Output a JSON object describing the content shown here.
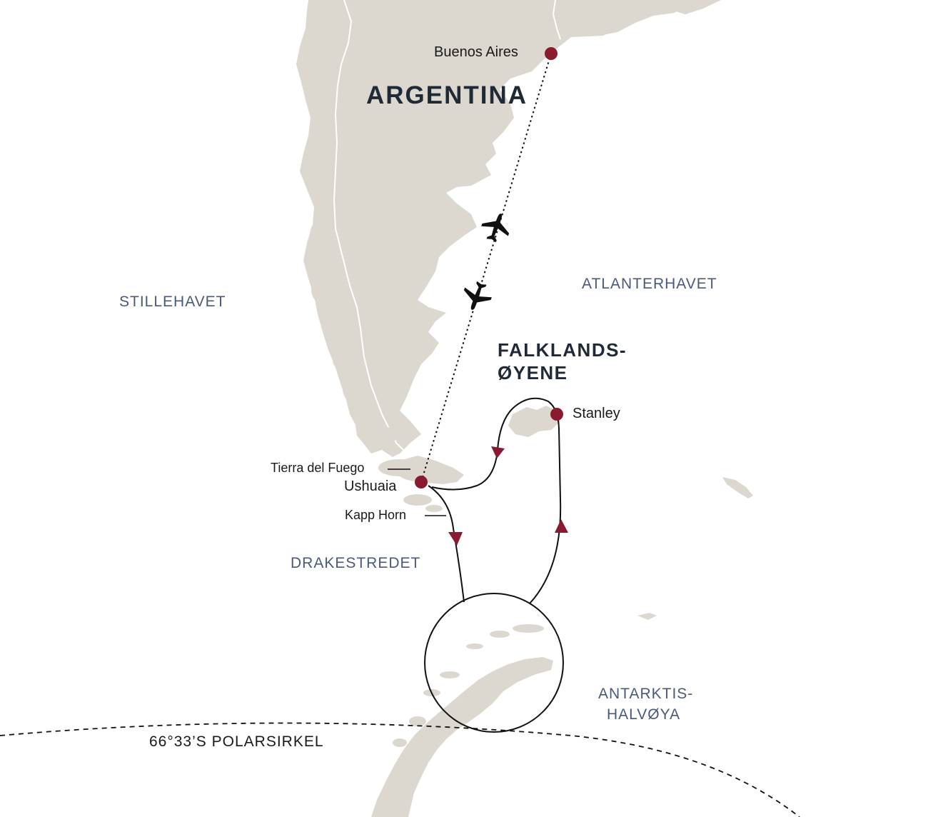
{
  "map": {
    "colors": {
      "land": "#dcd8d0",
      "water": "#ffffff",
      "border": "#ffffff",
      "route": "#111111",
      "marker": "#8a1a2f",
      "country_text": "#1f2a36",
      "ocean_text": "#4a5a78"
    },
    "places": {
      "buenos_aires": "Buenos Aires",
      "ushuaia": "Ushuaia",
      "stanley": "Stanley",
      "tierra_del_fuego": "Tierra del Fuego",
      "kapp_horn": "Kapp Horn"
    },
    "regions": {
      "argentina": "ARGENTINA",
      "falklands_line1": "FALKLANDS-",
      "falklands_line2": "ØYENE"
    },
    "oceans": {
      "stillehavet": "STILLEHAVET",
      "atlanterhavet": "ATLANTERHAVET",
      "drakestredet": "DRAKESTREDET",
      "antarktis_line1": "ANTARKTIS-",
      "antarktis_line2": "HALVØYA"
    },
    "polar_circle": "66°33’S POLARSIRKEL",
    "icons": {
      "flight": "airplane-icon",
      "port": "location-dot-icon",
      "direction": "triangle-arrow-icon"
    }
  }
}
